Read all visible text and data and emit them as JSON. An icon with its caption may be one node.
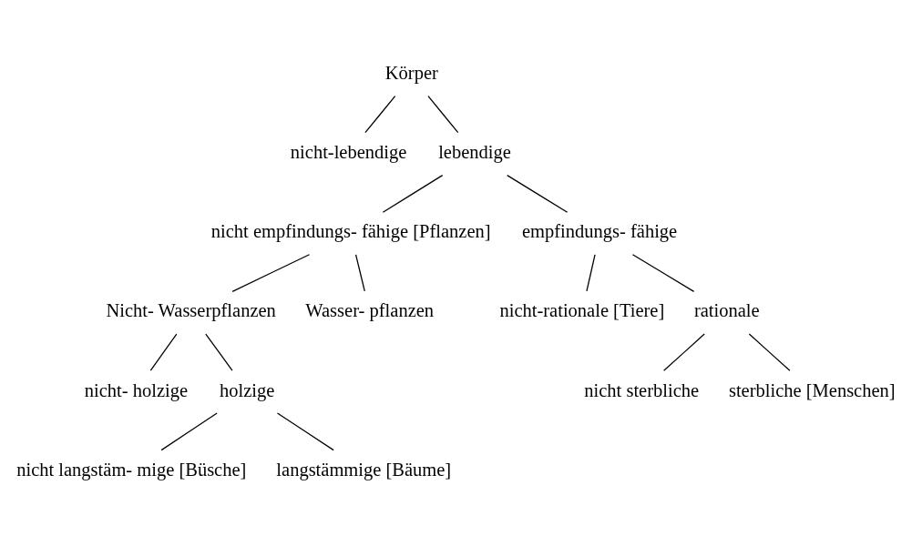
{
  "diagram": {
    "nodes": [
      {
        "text": [
          "Körper"
        ]
      },
      {
        "text": [
          "nicht-lebendige"
        ]
      },
      {
        "text": [
          "lebendige"
        ]
      },
      {
        "text": [
          "nicht empfindungs- fähige [Pflanzen]"
        ]
      },
      {
        "text": [
          "empfindungs- fähige"
        ]
      },
      {
        "text": [
          "Nicht- Wasserpflanzen"
        ]
      },
      {
        "text": [
          "Wasser- pflanzen"
        ]
      },
      {
        "text": [
          "nicht-rationale [Tiere]"
        ]
      },
      {
        "text": [
          "rationale"
        ]
      },
      {
        "text": [
          "nicht- holzige"
        ]
      },
      {
        "text": [
          "holzige"
        ]
      },
      {
        "text": [
          "nicht sterbliche"
        ]
      },
      {
        "text": [
          "sterbliche [Menschen]"
        ]
      },
      {
        "text": [
          "nicht langstäm- mige [Büsche]"
        ]
      },
      {
        "text": [
          "langstämmige [Bäume]"
        ]
      }
    ],
    "edges": [
      {
        "from": 0,
        "to": 1,
        "arrow": "none"
      },
      {
        "from": 0,
        "to": 2,
        "arrow": "none"
      },
      {
        "from": 2,
        "to": 3,
        "arrow": "none"
      },
      {
        "from": 2,
        "to": 4,
        "arrow": "none"
      },
      {
        "from": 3,
        "to": 5,
        "arrow": "none"
      },
      {
        "from": 3,
        "to": 6,
        "arrow": "none"
      },
      {
        "from": 4,
        "to": 7,
        "arrow": "none"
      },
      {
        "from": 4,
        "to": 8,
        "arrow": "none"
      },
      {
        "from": 5,
        "to": 9,
        "arrow": "none"
      },
      {
        "from": 5,
        "to": 10,
        "arrow": "none"
      },
      {
        "from": 8,
        "to": 11,
        "arrow": "none"
      },
      {
        "from": 8,
        "to": 12,
        "arrow": "none"
      },
      {
        "from": 10,
        "to": 13,
        "arrow": "none"
      },
      {
        "from": 10,
        "to": 14,
        "arrow": "none"
      }
    ]
  }
}
